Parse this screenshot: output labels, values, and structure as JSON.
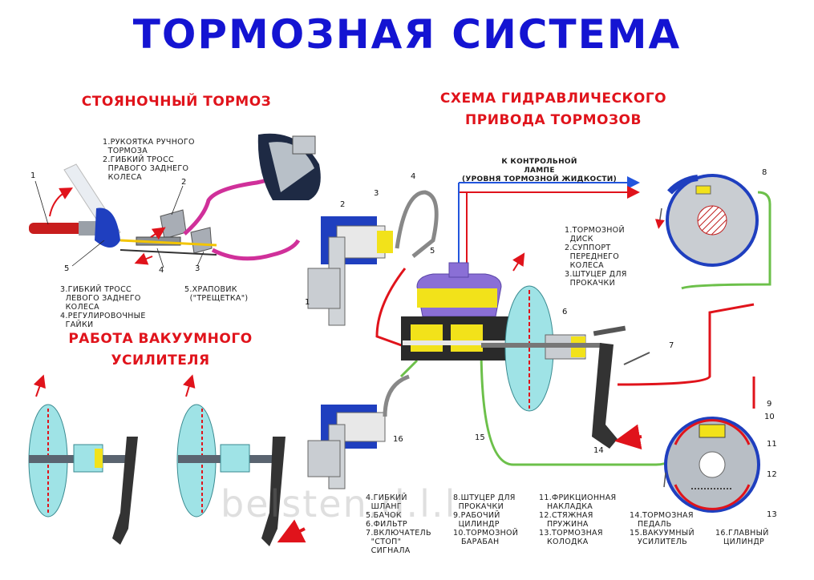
{
  "title": "ТОРМОЗНАЯ СИСТЕМА",
  "sections": {
    "parking": "СТОЯНОЧНЫЙ ТОРМОЗ",
    "vacuum_line1": "РАБОТА ВАКУУМНОГО",
    "vacuum_line2": "УСИЛИТЕЛЯ",
    "hydraulic_line1": "СХЕМА ГИДРАВЛИЧЕСКОГО",
    "hydraulic_line2": "ПРИВОДА ТОРМОЗОВ"
  },
  "parking_labels": {
    "top": "1.РУКОЯТКА РУЧНОГО\n  ТОРМОЗА\n2.ГИБКИЙ ТРОСС\n  ПРАВОГО ЗАДНЕГО\n  КОЛЕСА",
    "bottom_left": "3.ГИБКИЙ ТРОСС\n  ЛЕВОГО ЗАДНЕГО\n  КОЛЕСА\n4.РЕГУЛИРОВОЧНЫЕ\n  ГАЙКИ",
    "bottom_right": "5.ХРАПОВИК\n  (\"ТРЕЩЕТКА\")"
  },
  "parking_numbers": [
    "1",
    "2",
    "3",
    "4",
    "5"
  ],
  "indicator_label": "К КОНТРОЛЬНОЙ\nЛАМПЕ\n(УРОВНЯ ТОРМОЗНОЙ ЖИДКОСТИ)",
  "hydraulic_labels_right": "1.ТОРМОЗНОЙ\n  ДИСК\n2.СУППОРТ\n  ПЕРЕДНЕГО\n  КОЛЕСА\n3.ШТУЦЕР ДЛЯ\n  ПРОКАЧКИ",
  "hydraulic_numbers": [
    "1",
    "2",
    "3",
    "4",
    "5",
    "6",
    "7",
    "8",
    "9",
    "10",
    "11",
    "12",
    "13",
    "14",
    "15",
    "16"
  ],
  "legend": [
    "4.ГИБКИЙ\n  ШЛАНГ\n5.БАЧОК\n6.ФИЛЬТР\n7.ВКЛЮЧАТЕЛЬ\n  \"СТОП\"\n  СИГНАЛА",
    "8.ШТУЦЕР ДЛЯ\n  ПРОКАЧКИ\n9.РАБОЧИЙ\n  ЦИЛИНДР\n10.ТОРМОЗНОЙ\n   БАРАБАН",
    "11.ФРИКЦИОННАЯ\n   НАКЛАДКА\n12.СТЯЖНАЯ\n   ПРУЖИНА\n13.ТОРМОЗНАЯ\n   КОЛОДКА",
    "14.ТОРМОЗНАЯ\n   ПЕДАЛЬ\n15.ВАКУУМНЫЙ\n   УСИЛИТЕЛЬ",
    "16.ГЛАВНЫЙ\n   ЦИЛИНДР"
  ],
  "watermark": "belsten.d.l.l",
  "colors": {
    "title": "#1414d2",
    "heading": "#e0131b",
    "brake_line_red": "#e0131b",
    "brake_line_green": "#6cc04a",
    "part_blue": "#1f3fbf",
    "booster_cyan": "#9fe3e6",
    "reservoir_purple": "#8a6fd6",
    "spring_yellow": "#f2e21a",
    "cable_pink": "#d0309a"
  }
}
